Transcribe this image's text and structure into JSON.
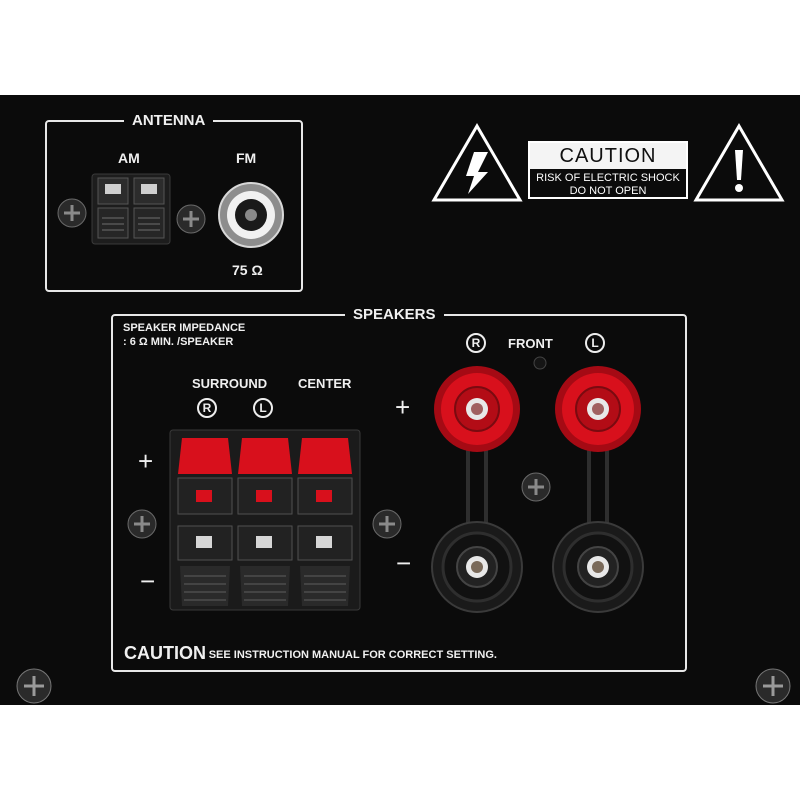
{
  "antenna": {
    "title": "ANTENNA",
    "am_label": "AM",
    "fm_label": "FM",
    "fm_impedance": "75 Ω"
  },
  "caution_label": {
    "title": "CAUTION",
    "line1": "RISK OF ELECTRIC SHOCK",
    "line2": "DO NOT OPEN"
  },
  "speakers": {
    "title": "SPEAKERS",
    "impedance_line1": "SPEAKER IMPEDANCE",
    "impedance_line2": ": 6 Ω MIN. /SPEAKER",
    "surround_label": "SURROUND",
    "center_label": "CENTER",
    "front_label": "FRONT",
    "right_marker": "R",
    "left_marker": "L",
    "plus": "+",
    "minus": "−",
    "caution_title": "CAUTION",
    "caution_text": ": SEE INSTRUCTION MANUAL FOR CORRECT SETTING."
  },
  "colors": {
    "panel": "#0b0b0b",
    "terminal_red": "#d8101c",
    "print": "#f0f0f0"
  },
  "icons": [
    "screw-icon",
    "lightning-warning-icon",
    "exclamation-warning-icon"
  ]
}
